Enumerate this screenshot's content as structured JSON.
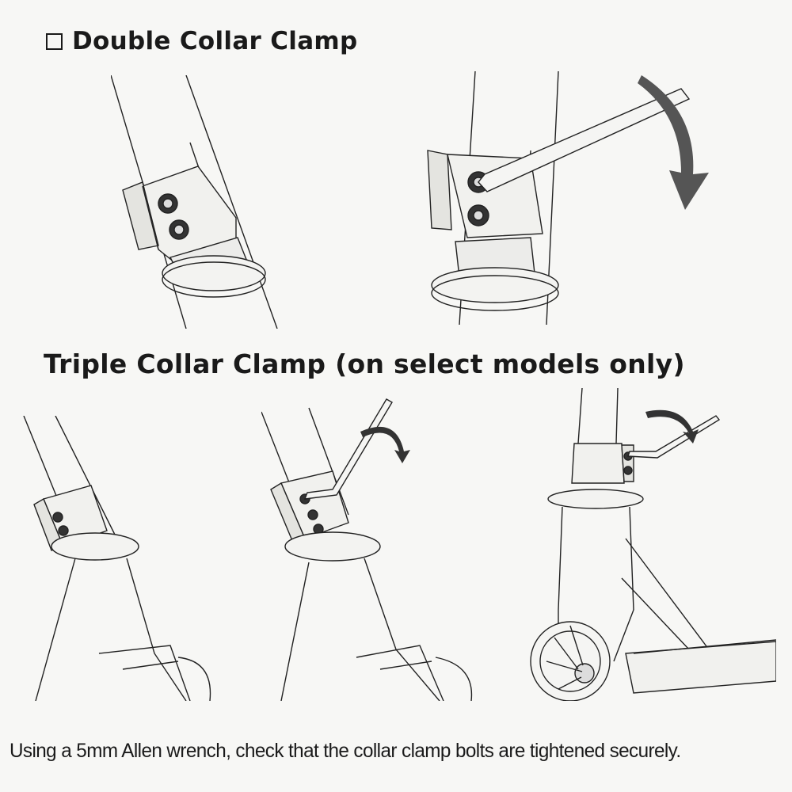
{
  "sections": [
    {
      "title": "Double Collar Clamp",
      "has_checkbox": true
    },
    {
      "title": "Triple Collar Clamp (on select models only)"
    }
  ],
  "caption": "Using a 5mm Allen wrench, check that the collar clamp bolts are tightened securely.",
  "icons": [
    "checkbox-icon",
    "allen-wrench-icon",
    "rotation-arrow-icon",
    "hex-bolt-icon"
  ]
}
